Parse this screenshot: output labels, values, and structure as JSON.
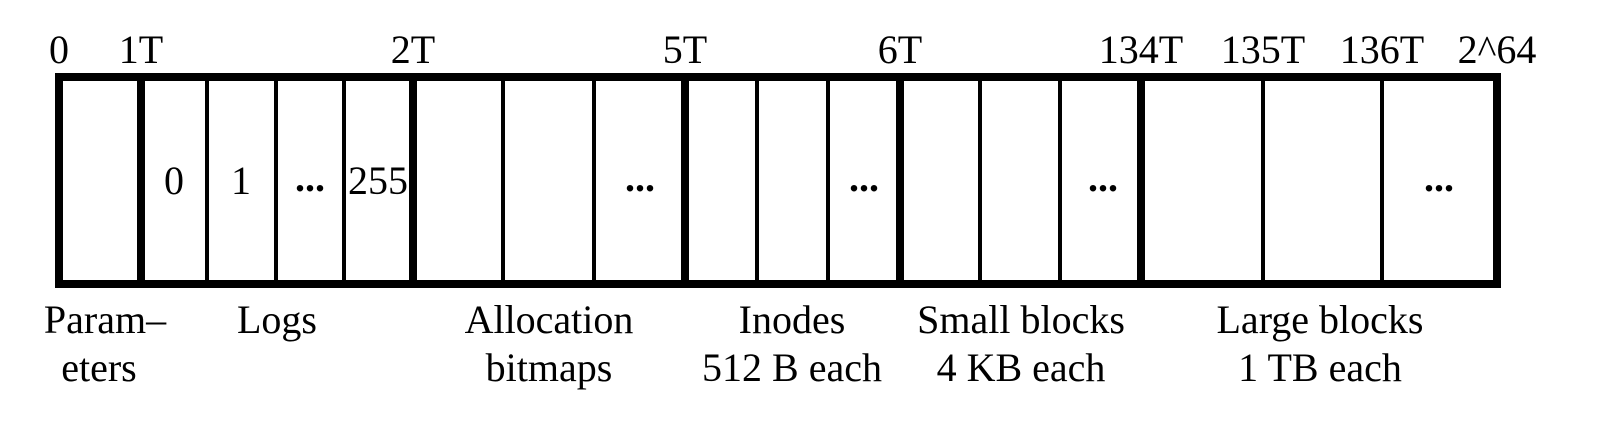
{
  "address_labels": [
    "0",
    "1T",
    "2T",
    "5T",
    "6T",
    "134T",
    "135T",
    "136T",
    "2^64"
  ],
  "cell_labels": {
    "log_0": "0",
    "log_1": "1",
    "log_ellipsis": "...",
    "log_255": "255",
    "bitmap_ellipsis": "...",
    "inode_ellipsis": "...",
    "small_ellipsis": "...",
    "large_ellipsis": "..."
  },
  "regions": {
    "parameters": {
      "line1": "Param–",
      "line2": "eters"
    },
    "logs": {
      "line1": "Logs"
    },
    "allocation_bitmaps": {
      "line1": "Allocation",
      "line2": "bitmaps"
    },
    "inodes": {
      "line1": "Inodes",
      "line2": "512 B each"
    },
    "small_blocks": {
      "line1": "Small blocks",
      "line2": "4 KB each"
    },
    "large_blocks": {
      "line1": "Large blocks",
      "line2": "1 TB each"
    }
  },
  "colors": {
    "stroke": "#000000",
    "background": "#ffffff"
  }
}
